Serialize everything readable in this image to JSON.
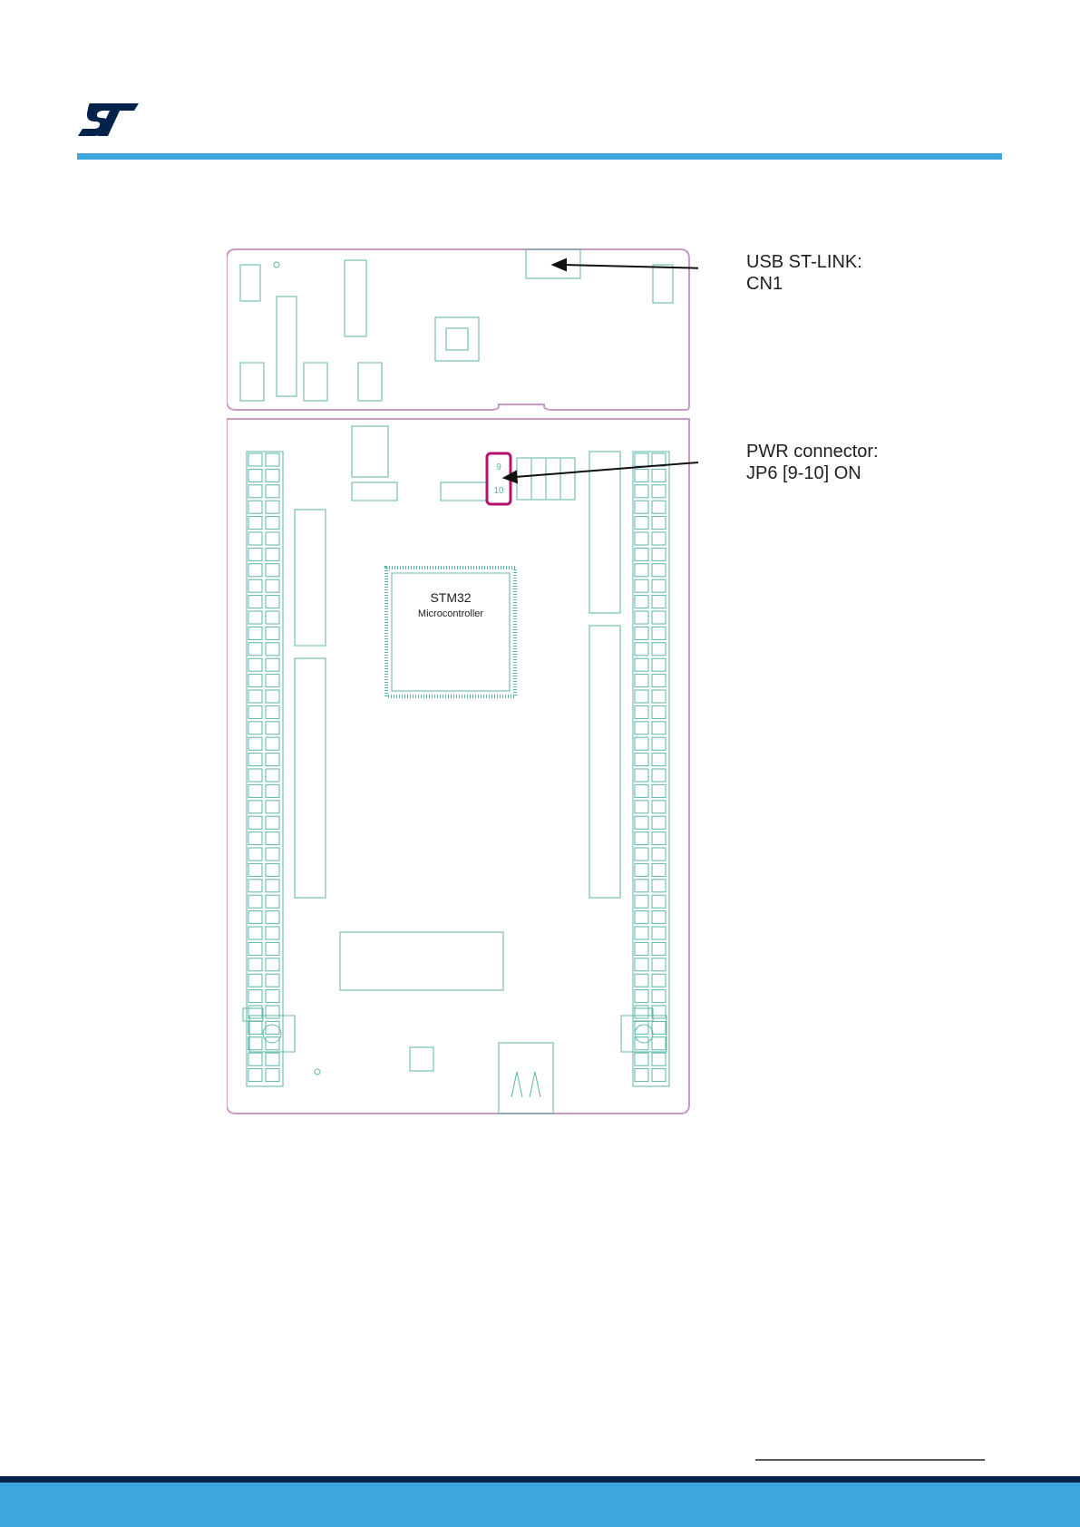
{
  "callouts": {
    "usb": {
      "line1": "USB ST-LINK:",
      "line2": "CN1"
    },
    "pwr": {
      "line1": "PWR connector:",
      "line2": "JP6 [9-10] ON"
    }
  },
  "board": {
    "mcu_name": "STM32",
    "mcu_sub": "Microcontroller",
    "jumper_top": "9",
    "jumper_bottom": "10"
  },
  "colors": {
    "accent": "#3ca7df",
    "footer_dark": "#03234b",
    "board_outline": "#c79bc4",
    "pcb_line": "#5cb5a8",
    "highlight": "#b5126e"
  }
}
